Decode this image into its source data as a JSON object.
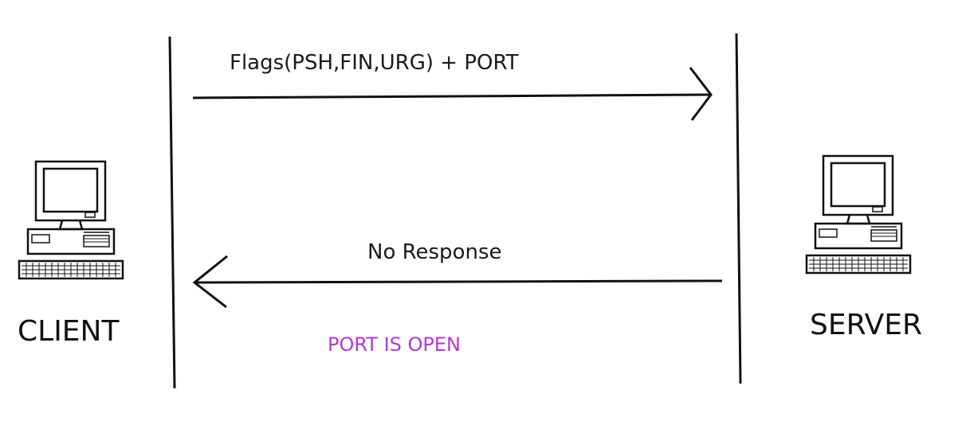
{
  "messages": {
    "request": "Flags(PSH,FIN,URG) + PORT",
    "reply": "No Response"
  },
  "status": {
    "text": "PORT IS OPEN",
    "color": "#b03ad1"
  },
  "nodes": {
    "client": {
      "label": "CLIENT",
      "icon": "desktop-computer-icon"
    },
    "server": {
      "label": "SERVER",
      "icon": "desktop-computer-icon"
    }
  },
  "colors": {
    "line": "#111111",
    "background": "#ffffff"
  }
}
